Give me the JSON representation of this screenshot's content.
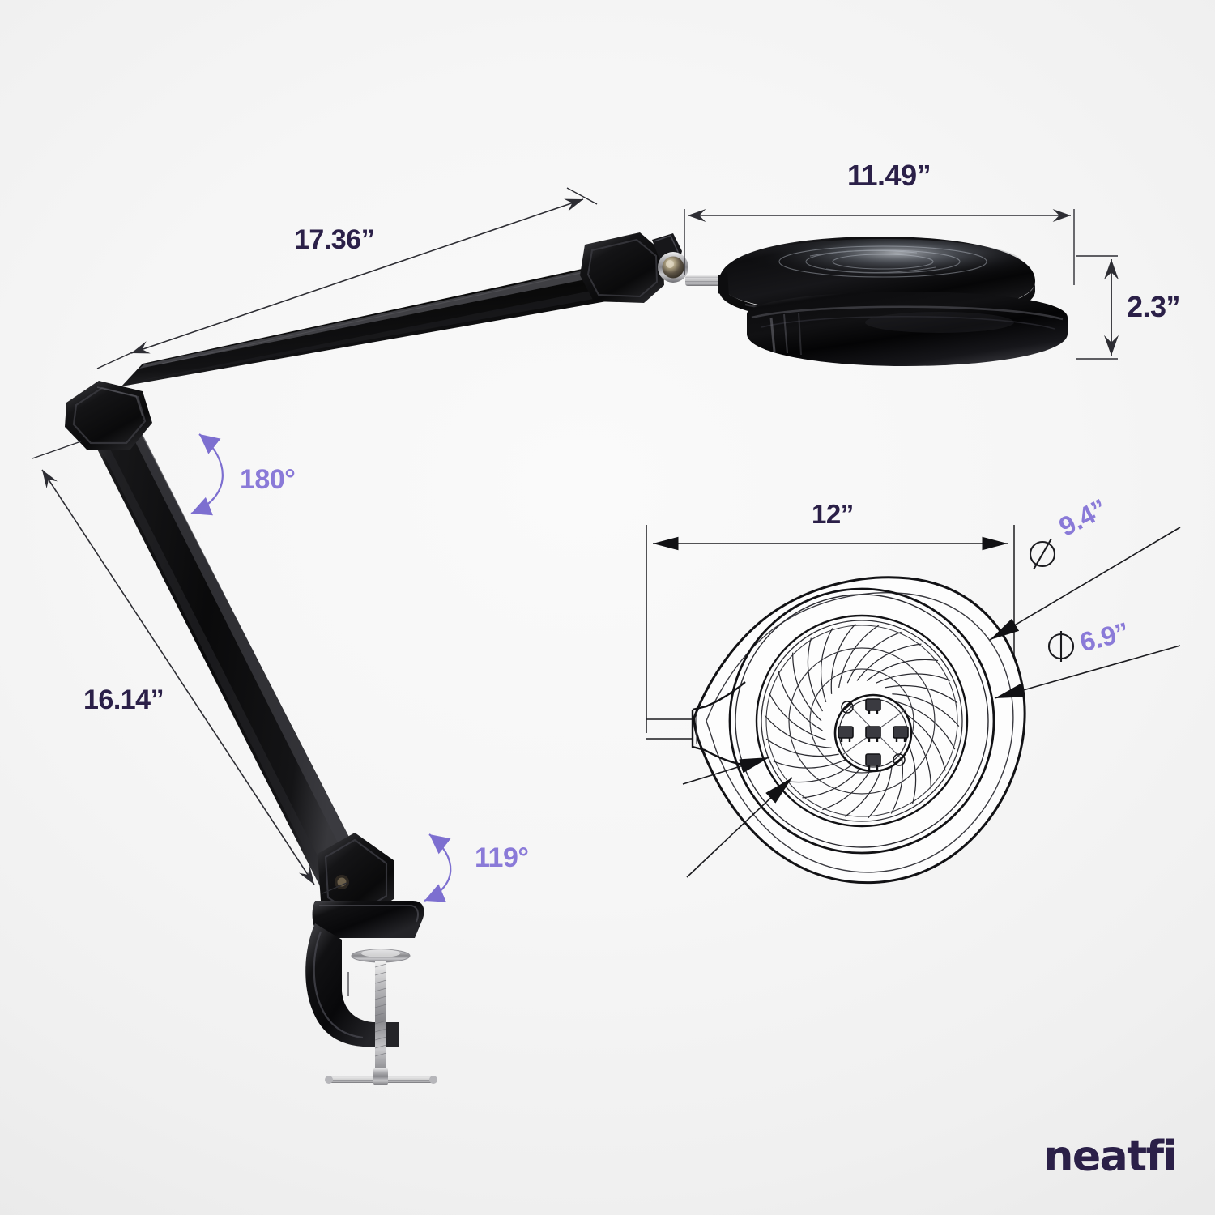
{
  "image": {
    "subject": "adjustable-arm magnifying LED desk lamp with clamp",
    "brand_logo": "neatfi",
    "background_color": "#f4f4f4",
    "dimension_text_color": "#2b2048",
    "angle_text_color": "#8a7ad8"
  },
  "dimensions": {
    "upper_arm": {
      "label": "17.36”",
      "value": 17.36,
      "unit": "inch"
    },
    "lower_arm": {
      "label": "16.14”",
      "value": 16.14,
      "unit": "inch"
    },
    "head_width": {
      "label": "11.49”",
      "value": 11.49,
      "unit": "inch"
    },
    "head_height": {
      "label": "2.3”",
      "value": 2.3,
      "unit": "inch"
    },
    "top_view_width": {
      "label": "12”",
      "value": 12,
      "unit": "inch"
    },
    "lens_outer_diameter": {
      "label": "9.4”",
      "symbol": "⌀",
      "value": 9.4,
      "unit": "inch"
    },
    "lens_inner_diameter": {
      "label": "6.9”",
      "symbol": "⌀",
      "value": 6.9,
      "unit": "inch"
    }
  },
  "angles": {
    "elbow_joint": {
      "label": "180°",
      "value": 180,
      "unit": "degree"
    },
    "base_joint": {
      "label": "119°",
      "value": 119,
      "unit": "degree"
    }
  },
  "parts": {
    "lamp_head": "lamp-head-lens-assembly",
    "upper_arm": "upper-arm-segment",
    "lower_arm": "lower-arm-segment",
    "elbow_joint": "elbow-joint-housing",
    "head_joint": "head-pivot-joint",
    "base_joint": "base-pivot-joint",
    "clamp": "desk-c-clamp",
    "clamp_screw": "clamp-thumb-screw",
    "top_view": "lens-top-view-technical-drawing"
  }
}
